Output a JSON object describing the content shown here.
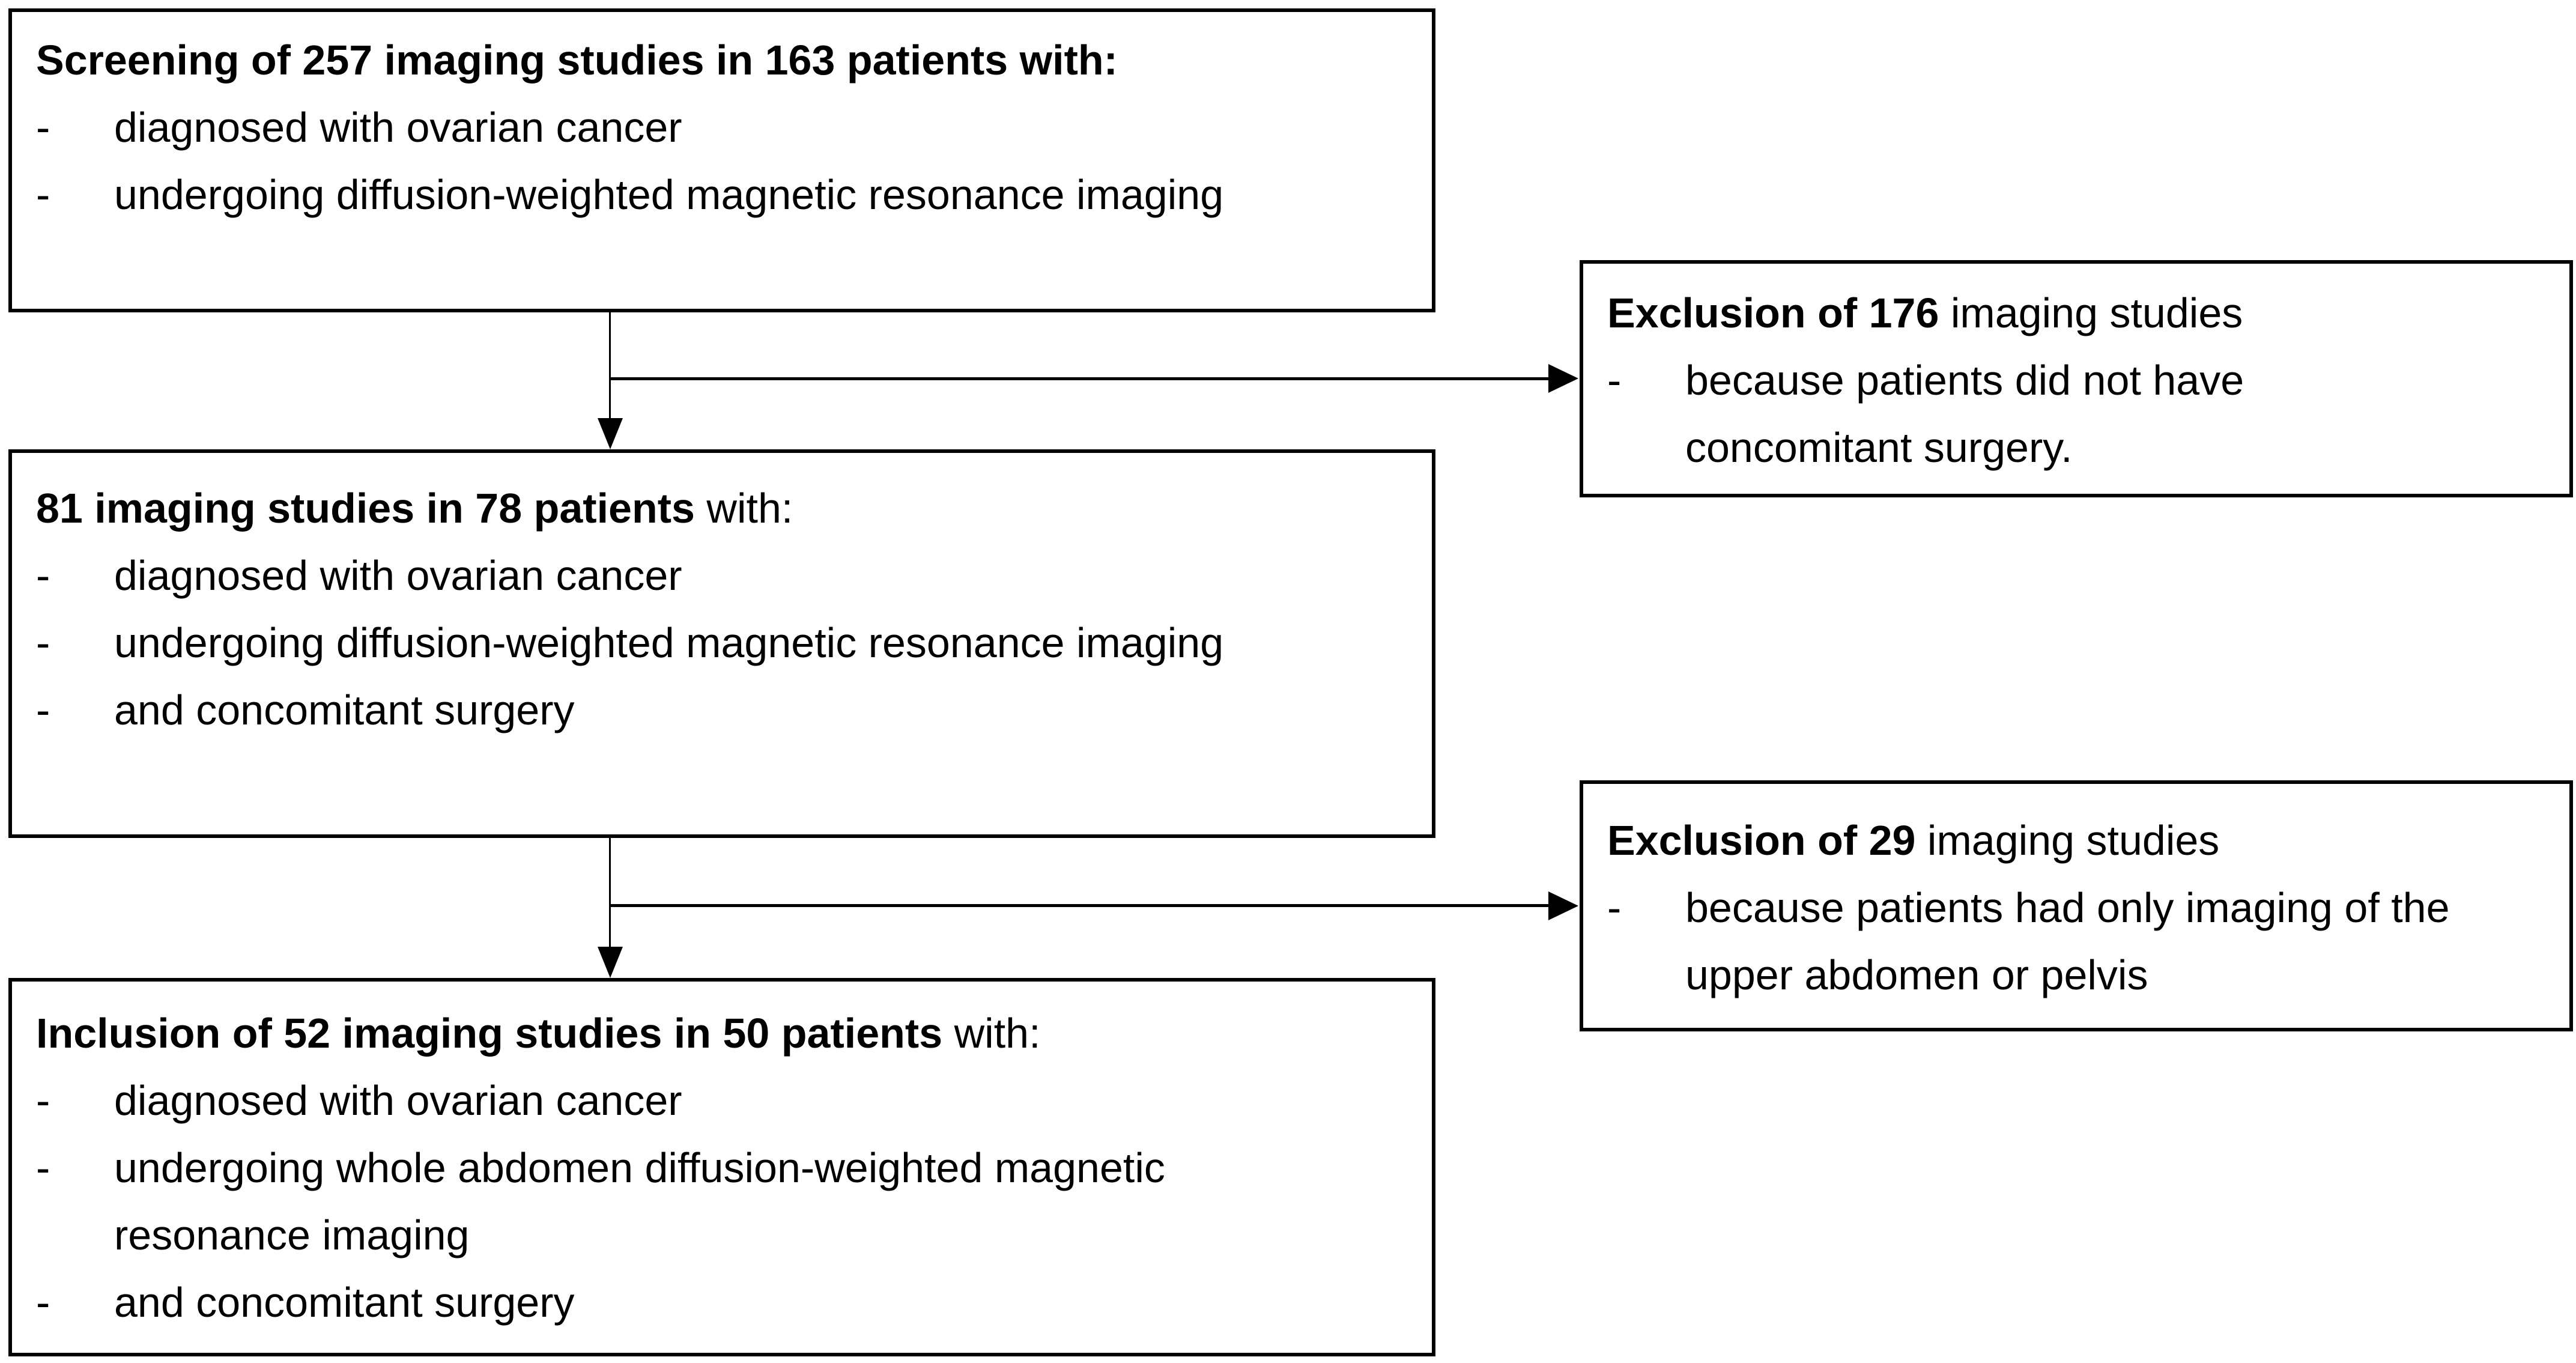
{
  "colors": {
    "background": "#ffffff",
    "border": "#000000",
    "text": "#000000"
  },
  "bullet_marker": "-",
  "boxes": {
    "screening": {
      "title_bold": "Screening of 257 imaging studies in 163 patients with:",
      "title_regular": "",
      "bullets": [
        "diagnosed with ovarian cancer",
        "undergoing diffusion-weighted magnetic resonance imaging"
      ]
    },
    "intermediate": {
      "title_bold": "81 imaging studies in 78 patients",
      "title_regular": " with:",
      "bullets": [
        "diagnosed with ovarian cancer",
        "undergoing diffusion-weighted magnetic resonance imaging",
        "and concomitant surgery"
      ]
    },
    "inclusion": {
      "title_bold": "Inclusion of 52 imaging studies in 50 patients",
      "title_regular": " with:",
      "bullets": [
        "diagnosed with ovarian cancer",
        "undergoing whole abdomen diffusion-weighted magnetic resonance imaging",
        "and concomitant surgery"
      ]
    },
    "exclusion1": {
      "title_bold": "Exclusion of 176",
      "title_regular": " imaging studies",
      "bullets": [
        "because patients did not have concomitant surgery."
      ]
    },
    "exclusion2": {
      "title_bold": "Exclusion of 29",
      "title_regular": " imaging studies",
      "bullets": [
        "because patients had only imaging of the upper abdomen or pelvis"
      ]
    }
  }
}
